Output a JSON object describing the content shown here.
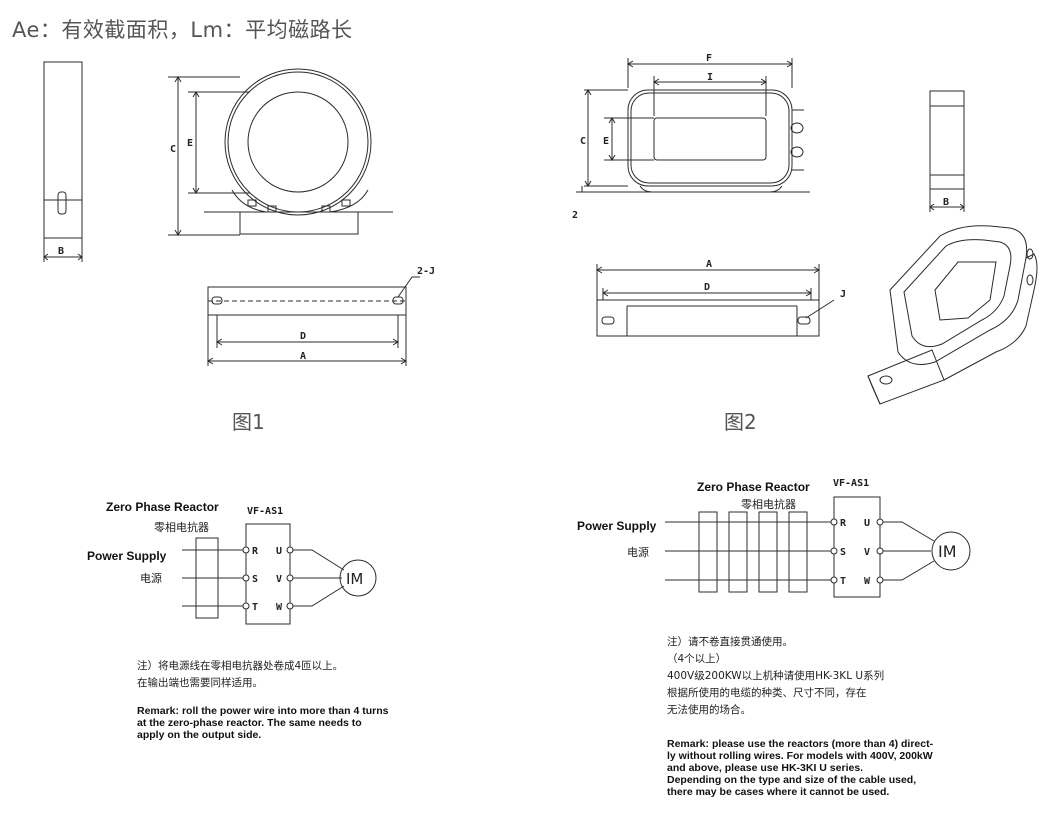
{
  "header": {
    "formula_text": "Ae：有效截面积，Lm：平均磁路长"
  },
  "figure1": {
    "caption": "图1",
    "dims": {
      "B": "B",
      "C": "C",
      "E": "E",
      "D": "D",
      "A": "A",
      "hole": "2-J"
    }
  },
  "figure2": {
    "caption": "图2",
    "dims": {
      "F": "F",
      "I": "I",
      "C": "C",
      "E": "E",
      "Z": "2",
      "B": "B",
      "A": "A",
      "D": "D",
      "J": "J"
    }
  },
  "wiring1": {
    "reactor_en": "Zero Phase Reactor",
    "reactor_cn": "零相电抗器",
    "inverter": "VF-AS1",
    "supply_en": "Power Supply",
    "supply_cn": "电源",
    "in_terminals": [
      "R",
      "S",
      "T"
    ],
    "out_terminals": [
      "U",
      "V",
      "W"
    ],
    "motor": "IM",
    "note_cn": [
      "注）将电源线在零相电抗器处卷成4匝以上。",
      "在输出端也需要同样适用。"
    ],
    "remark_en": [
      "Remark: roll the power wire into more than 4 turns",
      "at the zero-phase reactor. The same needs to",
      "apply on the output side."
    ]
  },
  "wiring2": {
    "reactor_en": "Zero Phase Reactor",
    "reactor_cn": "零相电抗器",
    "inverter": "VF-AS1",
    "supply_en": "Power Supply",
    "supply_cn": "电源",
    "in_terminals": [
      "R",
      "S",
      "T"
    ],
    "out_terminals": [
      "U",
      "V",
      "W"
    ],
    "motor": "IM",
    "note_cn": [
      "注）请不卷直接贯通使用。",
      "（4个以上）",
      "400V级200KW以上机种请使用HK-3KL U系列",
      "根据所使用的电缆的种类、尺寸不同，存在",
      "无法使用的场合。"
    ],
    "remark_en": [
      "Remark: please use the reactors (more than 4) direct-",
      "ly without rolling wires. For models with 400V, 200kW",
      "and above, please use HK-3KI U series.",
      "Depending on the type and size of the cable used,",
      "there may be cases where it cannot be used."
    ]
  }
}
